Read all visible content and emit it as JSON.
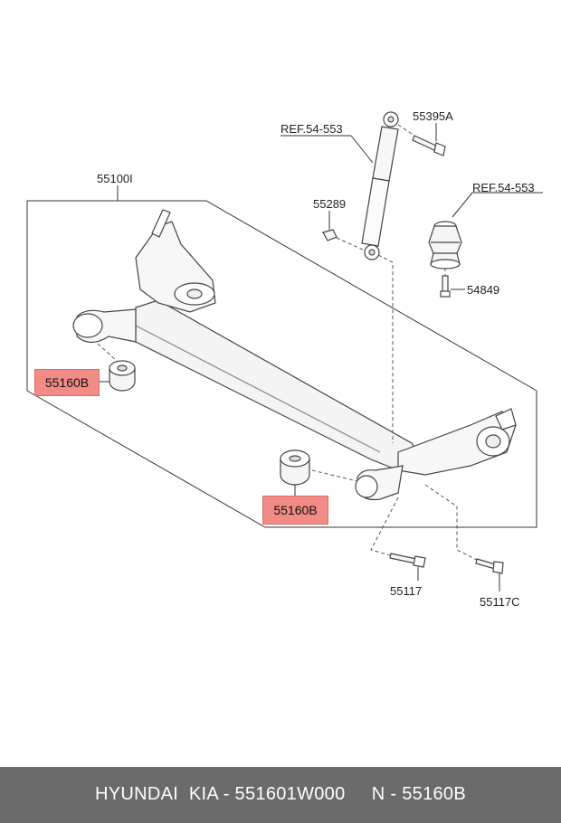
{
  "labels": {
    "ref_shock": "REF.54-553",
    "bolt_shock_top": "55395A",
    "assembly": "55100I",
    "nut": "55289",
    "ref_bumper": "REF.54-553",
    "bumper_bolt": "54849",
    "bushing_left": "55160B",
    "bushing_right": "55160B",
    "bolt_lower": "55117",
    "bolt_lower_c": "55117C"
  },
  "footer": {
    "text": "HYUNDAI  KIA - 551601W000     N - 55160B"
  },
  "colors": {
    "highlight": "#f28b86",
    "footer_bg": "#6b6b6b",
    "line": "#333333"
  }
}
